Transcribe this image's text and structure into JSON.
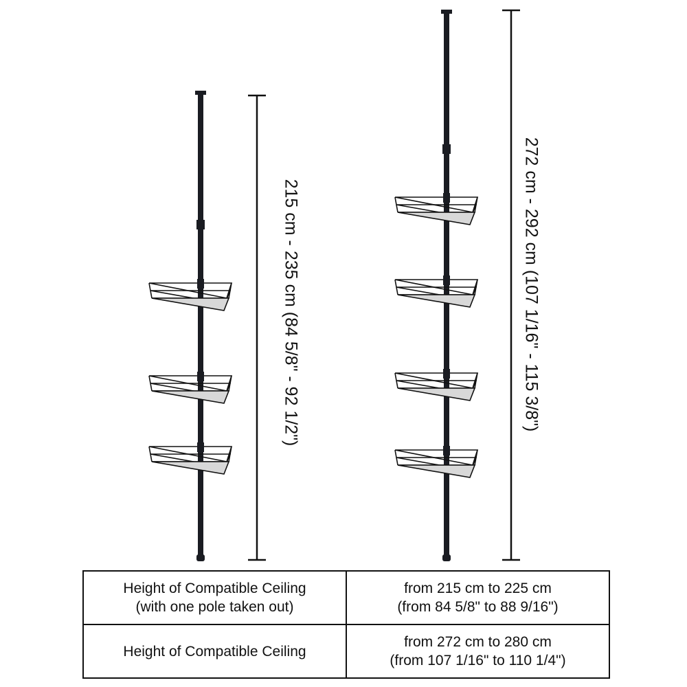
{
  "left_unit": {
    "dimension": "215 cm - 235 cm (84 5/8\" - 92 1/2\")",
    "baskets": 3
  },
  "right_unit": {
    "dimension": "272 cm - 292 cm (107 1/16\" - 115 3/8\")",
    "baskets": 4
  },
  "table": {
    "rows": [
      {
        "label_line1": "Height of Compatible Ceiling",
        "label_line2": "(with one pole taken out)",
        "value_line1": "from 215 cm to 225 cm",
        "value_line2": "(from 84 5/8\" to 88 9/16\")"
      },
      {
        "label_line1": "Height of Compatible Ceiling",
        "label_line2": "",
        "value_line1": "from 272 cm to 280 cm",
        "value_line2": "(from 107 1/16\" to 110 1/4\")"
      }
    ]
  },
  "colors": {
    "pole": "#1a1c22",
    "line": "#111111"
  }
}
